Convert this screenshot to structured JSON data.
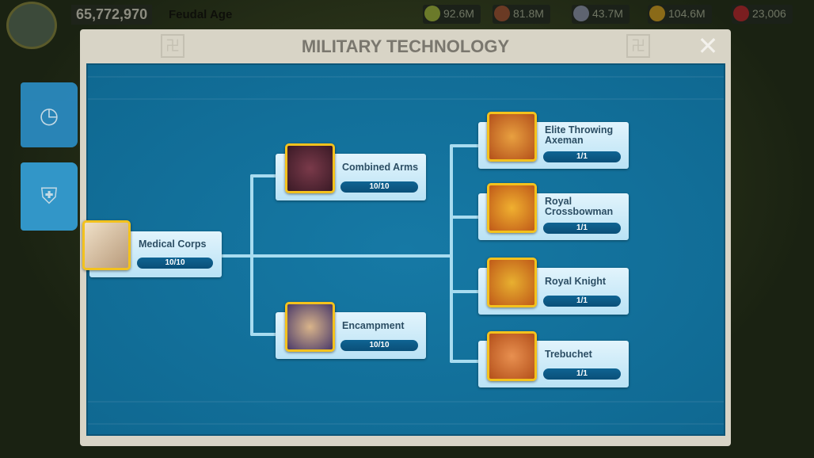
{
  "topbar": {
    "power": "65,772,970",
    "age": "Feudal Age",
    "resources": [
      {
        "name": "food",
        "value": "92.6M",
        "color": "#6b7a2a"
      },
      {
        "name": "wood",
        "value": "81.8M",
        "color": "#6a3a24"
      },
      {
        "name": "stone",
        "value": "43.7M",
        "color": "#5e6470"
      },
      {
        "name": "gold",
        "value": "104.6M",
        "color": "#8a6a18"
      },
      {
        "name": "gems",
        "value": "23,006",
        "color": "#7a1e20"
      }
    ]
  },
  "modal": {
    "title": "MILITARY TECHNOLOGY",
    "close": "✕"
  },
  "techs": [
    {
      "name": "Medical Corps",
      "progress": "10/10"
    },
    {
      "name": "Combined Arms",
      "progress": "10/10"
    },
    {
      "name": "Encampment",
      "progress": "10/10"
    },
    {
      "name": "Elite Throwing Axeman",
      "progress": "1/1"
    },
    {
      "name": "Royal Crossbowman",
      "progress": "1/1"
    },
    {
      "name": "Royal Knight",
      "progress": "1/1"
    },
    {
      "name": "Trebuchet",
      "progress": "1/1"
    }
  ]
}
